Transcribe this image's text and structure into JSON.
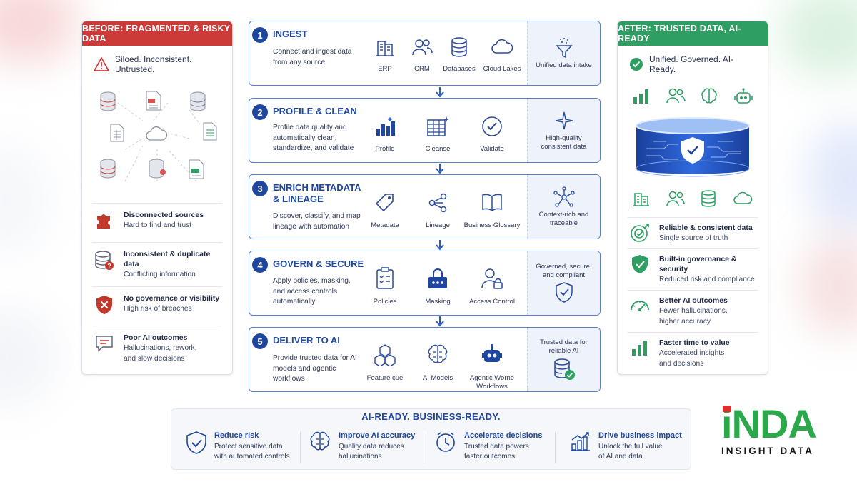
{
  "before": {
    "header": "BEFORE: FRAGMENTED & RISKY DATA",
    "tagline": "Siloed. Inconsistent. Untrusted.",
    "issues": [
      {
        "title": "Disconnected sources",
        "desc": "Hard to find and trust",
        "icon": "puzzle-icon"
      },
      {
        "title": "Inconsistent & duplicate data",
        "desc": "Conflicting information",
        "icon": "database-warning-icon"
      },
      {
        "title": "No governance or visibility",
        "desc": "High risk of breaches",
        "icon": "shield-x-icon"
      },
      {
        "title": "Poor AI outcomes",
        "desc": "Hallucinations, rework,\nand slow decisions",
        "icon": "chat-warning-icon"
      }
    ]
  },
  "steps": [
    {
      "num": "1",
      "title": "INGEST",
      "desc": "Connect and ingest data from any source",
      "tools": [
        "ERP",
        "CRM",
        "Databases",
        "Cloud Lakes"
      ],
      "result": "Unified data intake"
    },
    {
      "num": "2",
      "title": "PROFILE & CLEAN",
      "desc": "Profile data quality and automatically clean, standardize, and validate",
      "tools": [
        "Profile",
        "Cleanse",
        "Validate"
      ],
      "result": "High-quality consistent data"
    },
    {
      "num": "3",
      "title": "ENRICH METADATA & LINEAGE",
      "desc": "Discover, classify, and map lineage with automation",
      "tools": [
        "Metadata",
        "Lineage",
        "Business Glossary"
      ],
      "result": "Context-rich and traceable"
    },
    {
      "num": "4",
      "title": "GOVERN & SECURE",
      "desc": "Apply policies, masking, and access controls automatically",
      "tools": [
        "Policies",
        "Masking",
        "Access Control"
      ],
      "result": "Governed, secure, and compliant"
    },
    {
      "num": "5",
      "title": "DELIVER TO AI",
      "desc": "Provide trusted data for AI models and agentic workflows",
      "tools": [
        "Featuré çue",
        "AI Models",
        "Agentic Worne Workflows"
      ],
      "result": "Trusted data for reliable AI"
    }
  ],
  "after": {
    "header": "AFTER: TRUSTED DATA, AI-READY",
    "tagline": "Unified. Governed. AI-Ready.",
    "benefits": [
      {
        "title": "Reliable & consistent data",
        "desc": "Single source of truth",
        "icon": "target-check-icon"
      },
      {
        "title": "Built-in governance & security",
        "desc": "Reduced risk and compliance",
        "icon": "shield-check-icon"
      },
      {
        "title": "Better AI outcomes",
        "desc": "Fewer hallucinations,\nhigher accuracy",
        "icon": "gauge-icon"
      },
      {
        "title": "Faster time to value",
        "desc": "Accelerated insights\nand decisions",
        "icon": "growth-chart-icon"
      }
    ]
  },
  "banner": {
    "title": "AI-READY. BUSINESS-READY.",
    "items": [
      {
        "title": "Reduce risk",
        "desc": "Protect sensitive data\nwith automated controls",
        "icon": "shield-check-icon"
      },
      {
        "title": "Improve AI accuracy",
        "desc": "Quality data reduces\nhallucinations",
        "icon": "brain-icon"
      },
      {
        "title": "Accelerate decisions",
        "desc": "Trusted data powers\nfaster outcomes",
        "icon": "clock-icon"
      },
      {
        "title": "Drive business impact",
        "desc": "Unlock the full value\nof AI and data",
        "icon": "growth-chart-icon"
      }
    ]
  },
  "logo": {
    "word": "iNDA",
    "sub": "INSIGHT DATA"
  },
  "colors": {
    "before": "#cc3b37",
    "after": "#2e9e63",
    "accent": "#1f47a0"
  }
}
